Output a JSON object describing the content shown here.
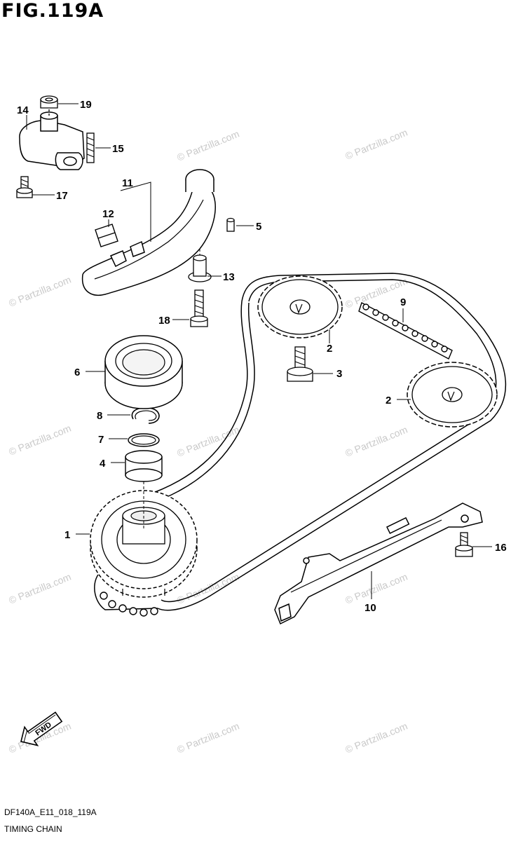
{
  "figure": {
    "title": "FIG.119A",
    "drawing_code": "DF140A_E11_018_119A",
    "drawing_name": "TIMING CHAIN",
    "fwd_label": "FWD",
    "watermark": "© Partzilla.com"
  },
  "callouts": [
    "1",
    "2",
    "2",
    "3",
    "4",
    "5",
    "6",
    "7",
    "8",
    "9",
    "10",
    "11",
    "12",
    "13",
    "14",
    "15",
    "16",
    "17",
    "18",
    "19"
  ],
  "parts": [
    {
      "ref": "1",
      "name": "crankshaft-timing-sprocket"
    },
    {
      "ref": "2",
      "name": "camshaft-sprocket"
    },
    {
      "ref": "3",
      "name": "sprocket-bolt"
    },
    {
      "ref": "4",
      "name": "bushing"
    },
    {
      "ref": "5",
      "name": "dowel-pin"
    },
    {
      "ref": "6",
      "name": "bearing"
    },
    {
      "ref": "7",
      "name": "o-ring"
    },
    {
      "ref": "8",
      "name": "circlip"
    },
    {
      "ref": "9",
      "name": "timing-chain"
    },
    {
      "ref": "10",
      "name": "chain-guide"
    },
    {
      "ref": "11",
      "name": "chain-tensioner-guide"
    },
    {
      "ref": "12",
      "name": "guide-clip"
    },
    {
      "ref": "13",
      "name": "collar"
    },
    {
      "ref": "14",
      "name": "chain-tensioner"
    },
    {
      "ref": "15",
      "name": "stud-bolt"
    },
    {
      "ref": "16",
      "name": "bolt"
    },
    {
      "ref": "17",
      "name": "bolt"
    },
    {
      "ref": "18",
      "name": "bolt"
    },
    {
      "ref": "19",
      "name": "nut"
    }
  ],
  "colors": {
    "line": "#000000",
    "watermark": "#c9c9c9",
    "background": "#ffffff"
  }
}
